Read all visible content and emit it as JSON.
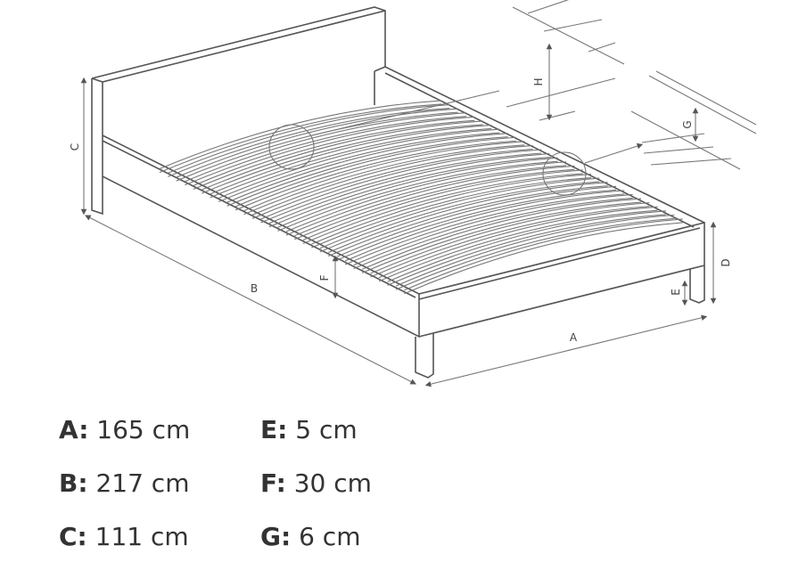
{
  "diagram": {
    "labels": {
      "A": "A",
      "B": "B",
      "C": "C",
      "D": "D",
      "E_leg": "E",
      "E_frame": "F",
      "G": "G",
      "H": "H"
    },
    "line_color": "#555555"
  },
  "specs": [
    {
      "key": "A:",
      "value": "165 cm"
    },
    {
      "key": "B:",
      "value": "217 cm"
    },
    {
      "key": "C:",
      "value": "111 cm"
    },
    {
      "key": "E:",
      "value": "5 cm"
    },
    {
      "key": "F:",
      "value": "30 cm"
    },
    {
      "key": "G:",
      "value": "6 cm"
    }
  ]
}
